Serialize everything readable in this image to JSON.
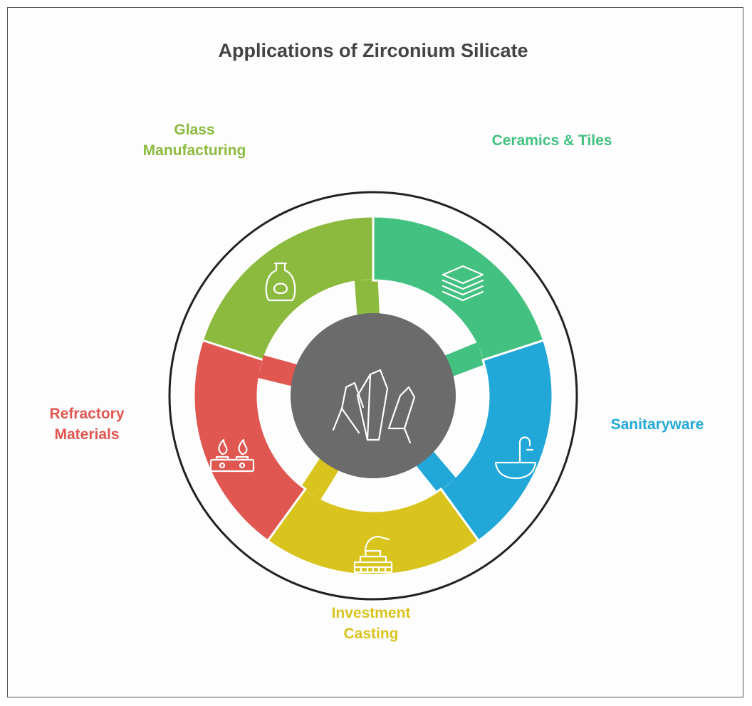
{
  "title": "Applications of Zirconium Silicate",
  "center": {
    "icon": "crystals-icon",
    "color": "#6b6b6b"
  },
  "segments": [
    {
      "label": "Glass\nManufacturing",
      "color": "#8cba3e",
      "icon": "glass-bottle-icon"
    },
    {
      "label": "Ceramics & Tiles",
      "color": "#43c180",
      "icon": "tile-stack-icon"
    },
    {
      "label": "Sanitaryware",
      "color": "#22a8d8",
      "icon": "sink-faucet-icon"
    },
    {
      "label": "Investment\nCasting",
      "color": "#d9c41e",
      "icon": "casting-machine-icon"
    },
    {
      "label": "Refractory\nMaterials",
      "color": "#e05650",
      "icon": "burner-stove-icon"
    }
  ]
}
